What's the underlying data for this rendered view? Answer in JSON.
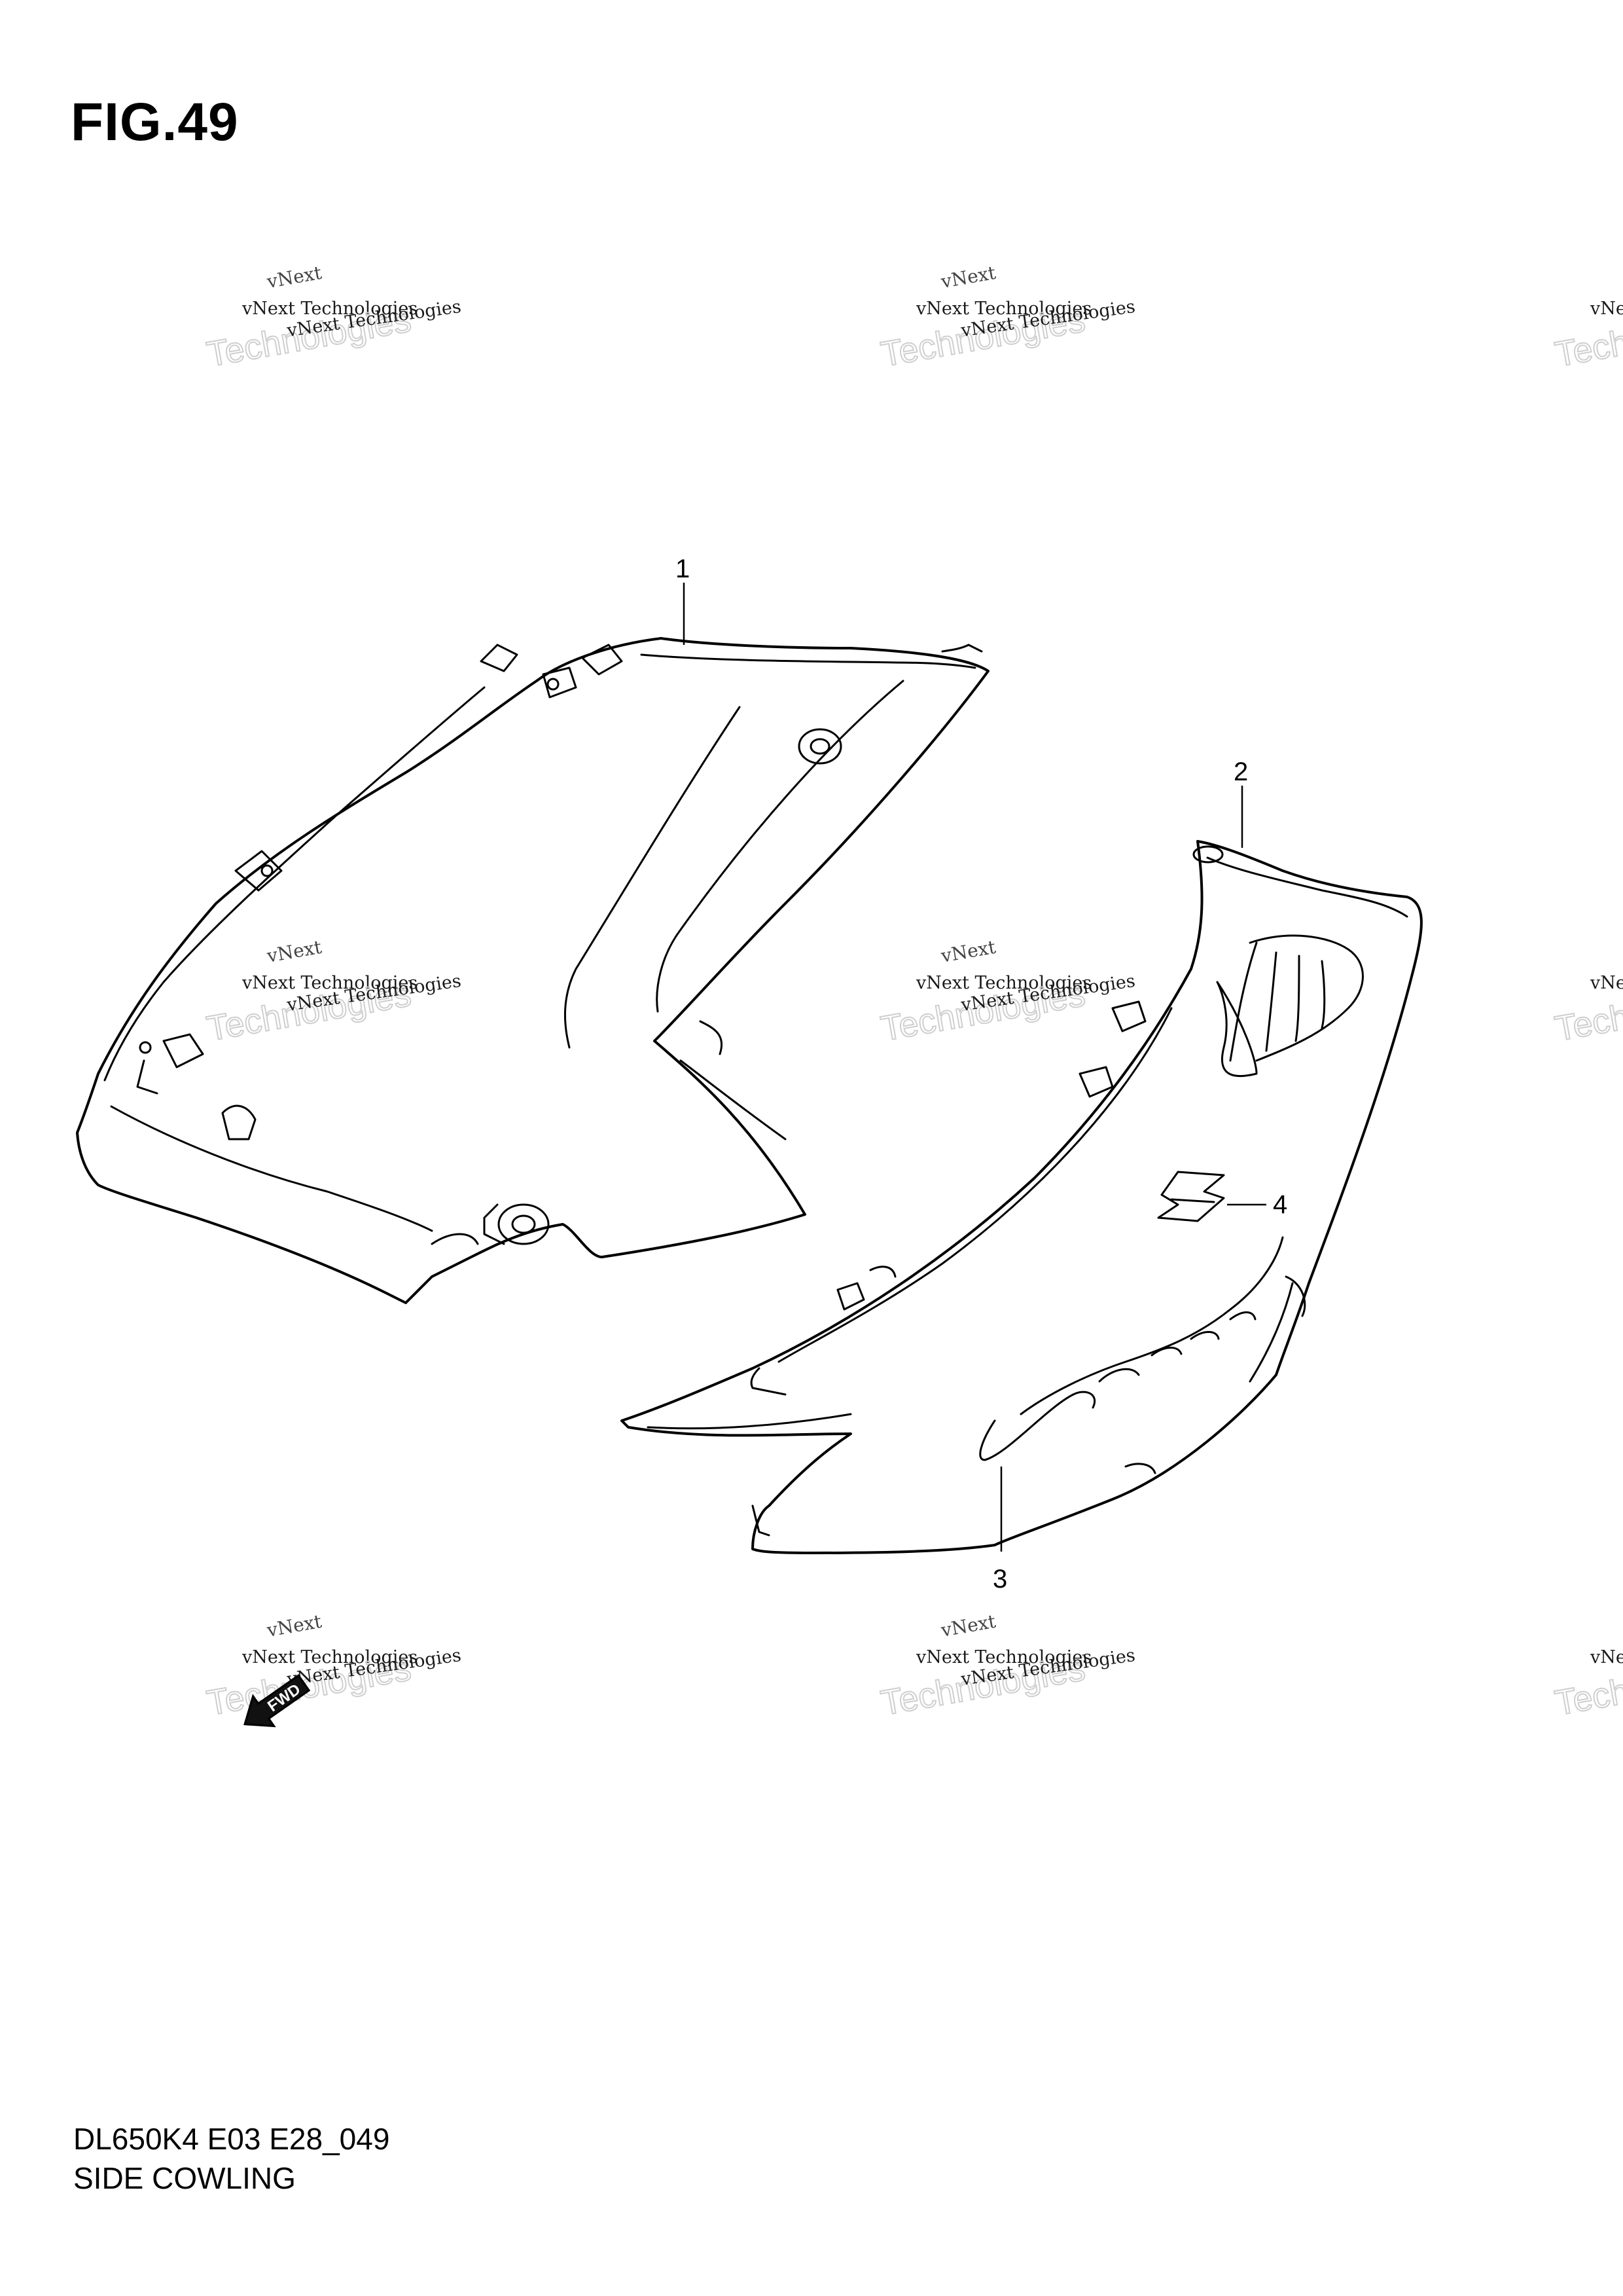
{
  "figure": {
    "title": "FIG.49",
    "model_code": "DL650K4 E03 E28_049",
    "section_name": "SIDE COWLING"
  },
  "callouts": [
    {
      "id": "1",
      "label": "1"
    },
    {
      "id": "2",
      "label": "2"
    },
    {
      "id": "3",
      "label": "3"
    },
    {
      "id": "4",
      "label": "4"
    }
  ],
  "watermark": {
    "line_a": "vNext Technologies",
    "line_b": "Technologies",
    "line_c": "vNext"
  },
  "direction_marker": {
    "icon": "fwd-arrow-icon",
    "label": "FWD"
  }
}
